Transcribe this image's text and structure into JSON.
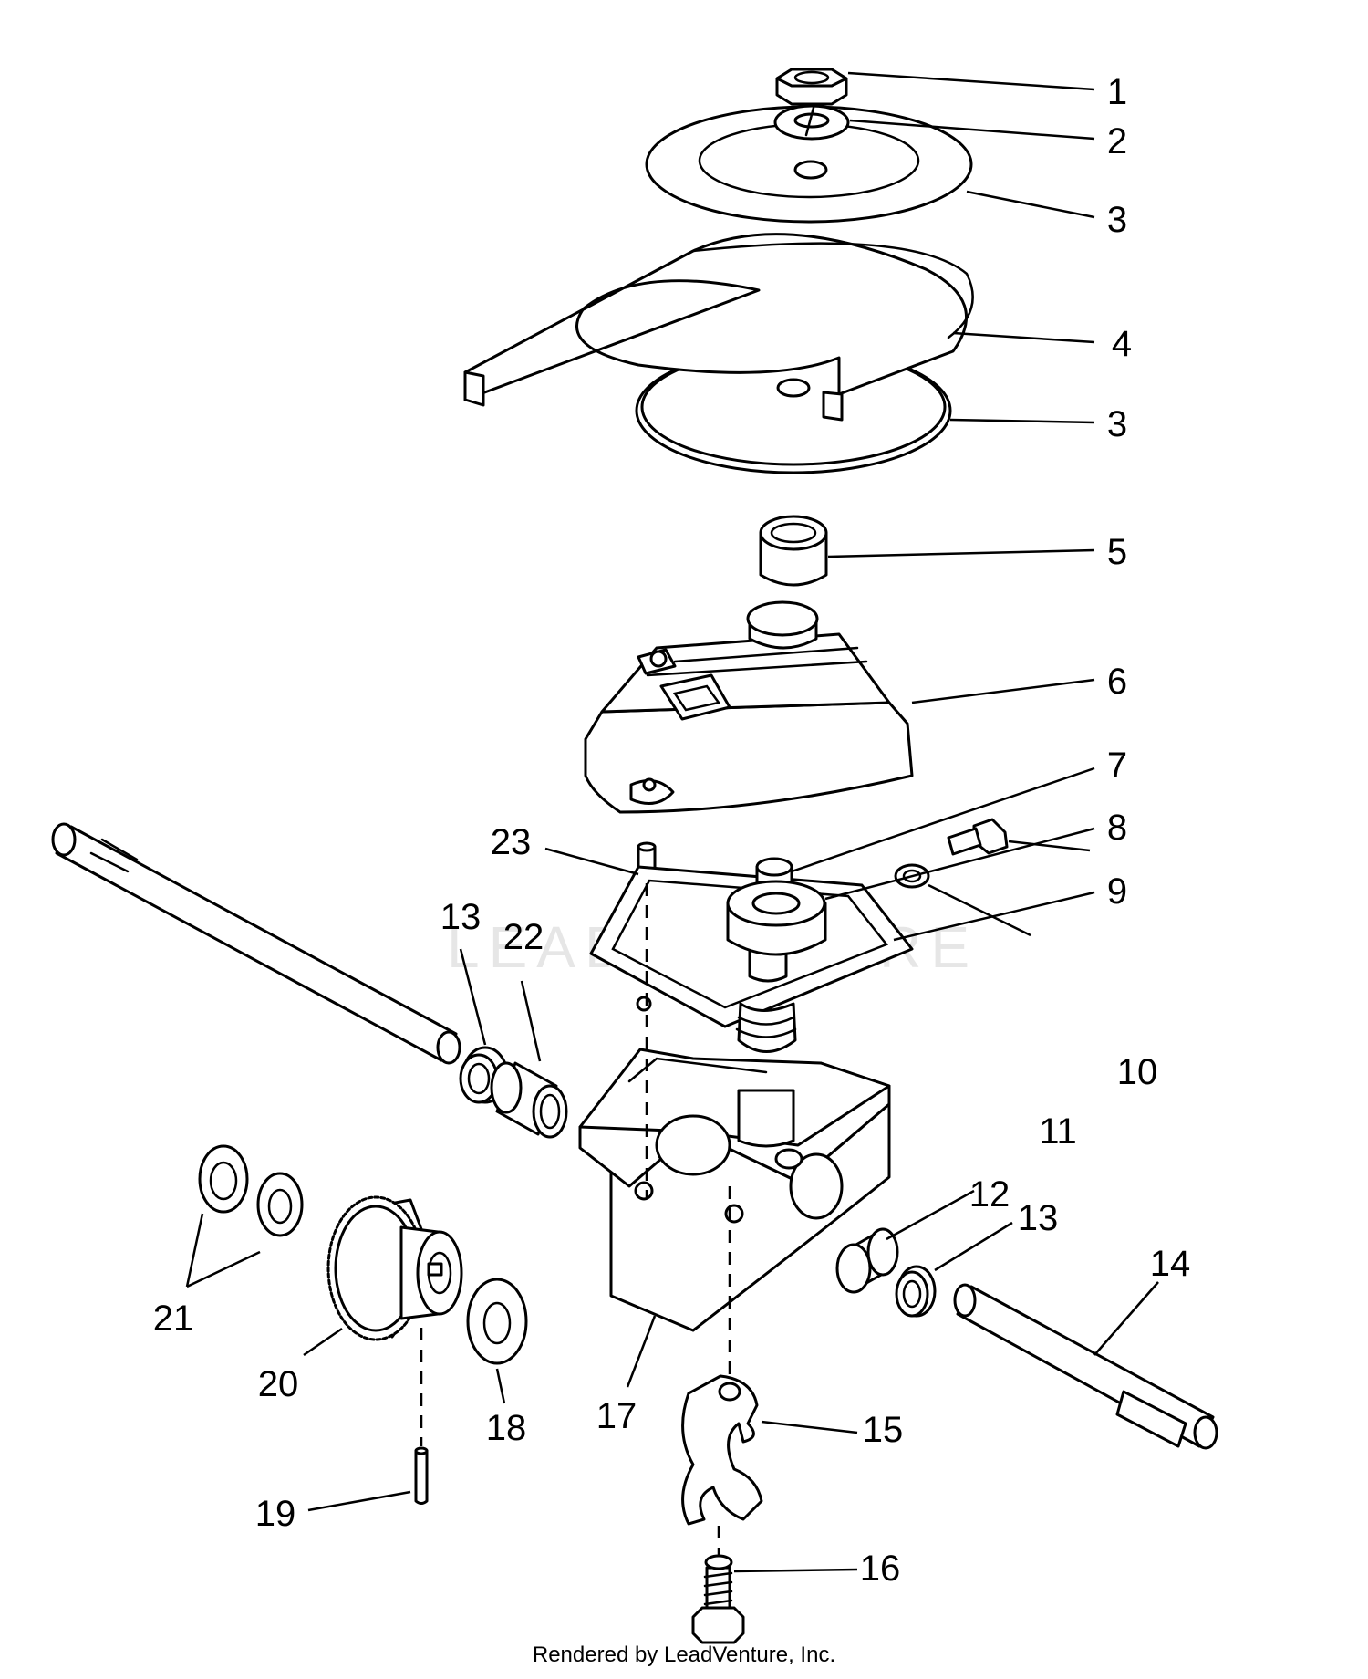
{
  "watermark_text": "LEADVENTURE",
  "footer_text": "Rendered by LeadVenture, Inc.",
  "callouts": [
    "1",
    "2",
    "3",
    "4",
    "3",
    "5",
    "6",
    "7",
    "8",
    "9",
    "10",
    "11",
    "12",
    "13",
    "14",
    "15",
    "16",
    "17",
    "18",
    "19",
    "20",
    "21",
    "22",
    "23",
    "13"
  ],
  "parts": [
    {
      "id": "1",
      "icon": "hex-nut-icon"
    },
    {
      "id": "2",
      "icon": "lock-washer-icon"
    },
    {
      "id": "3",
      "icon": "spring-plate-icon"
    },
    {
      "id": "4",
      "icon": "tine-spring-icon"
    },
    {
      "id": "5",
      "icon": "spacer-icon"
    },
    {
      "id": "6",
      "icon": "gearbox-cover-icon"
    },
    {
      "id": "7",
      "icon": "shaft-top-icon"
    },
    {
      "id": "8",
      "icon": "bearing-icon"
    },
    {
      "id": "9",
      "icon": "gasket-icon"
    },
    {
      "id": "10",
      "icon": "screw-icon"
    },
    {
      "id": "11",
      "icon": "ring-icon"
    },
    {
      "id": "12",
      "icon": "bushing-icon"
    },
    {
      "id": "13",
      "icon": "seal-icon"
    },
    {
      "id": "14",
      "icon": "axle-shaft-icon"
    },
    {
      "id": "15",
      "icon": "bracket-icon"
    },
    {
      "id": "16",
      "icon": "bolt-icon"
    },
    {
      "id": "17",
      "icon": "gearbox-housing-icon"
    },
    {
      "id": "18",
      "icon": "thrust-washer-icon"
    },
    {
      "id": "19",
      "icon": "roll-pin-icon"
    },
    {
      "id": "20",
      "icon": "gear-icon"
    },
    {
      "id": "21",
      "icon": "washer-icon"
    },
    {
      "id": "22",
      "icon": "bushing-icon"
    },
    {
      "id": "23",
      "icon": "dowel-pin-icon"
    }
  ]
}
